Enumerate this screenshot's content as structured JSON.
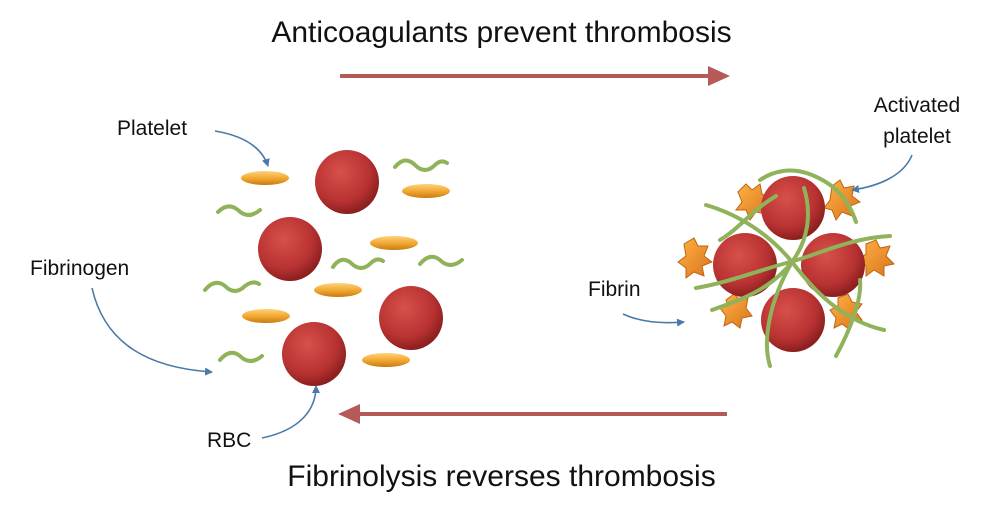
{
  "titles": {
    "top": "Anticoagulants prevent thrombosis",
    "bottom": "Fibrinolysis reverses thrombosis"
  },
  "labels": {
    "platelet": "Platelet",
    "fibrinogen": "Fibrinogen",
    "rbc": "RBC",
    "fibrin": "Fibrin",
    "activated_line1": "Activated",
    "activated_line2": "platelet"
  },
  "colors": {
    "rbc": "#b83232",
    "platelet": "#f0a52e",
    "fibrin": "#8fb25a",
    "arrow": "#b55a57",
    "pointer": "#4a7aa8"
  }
}
